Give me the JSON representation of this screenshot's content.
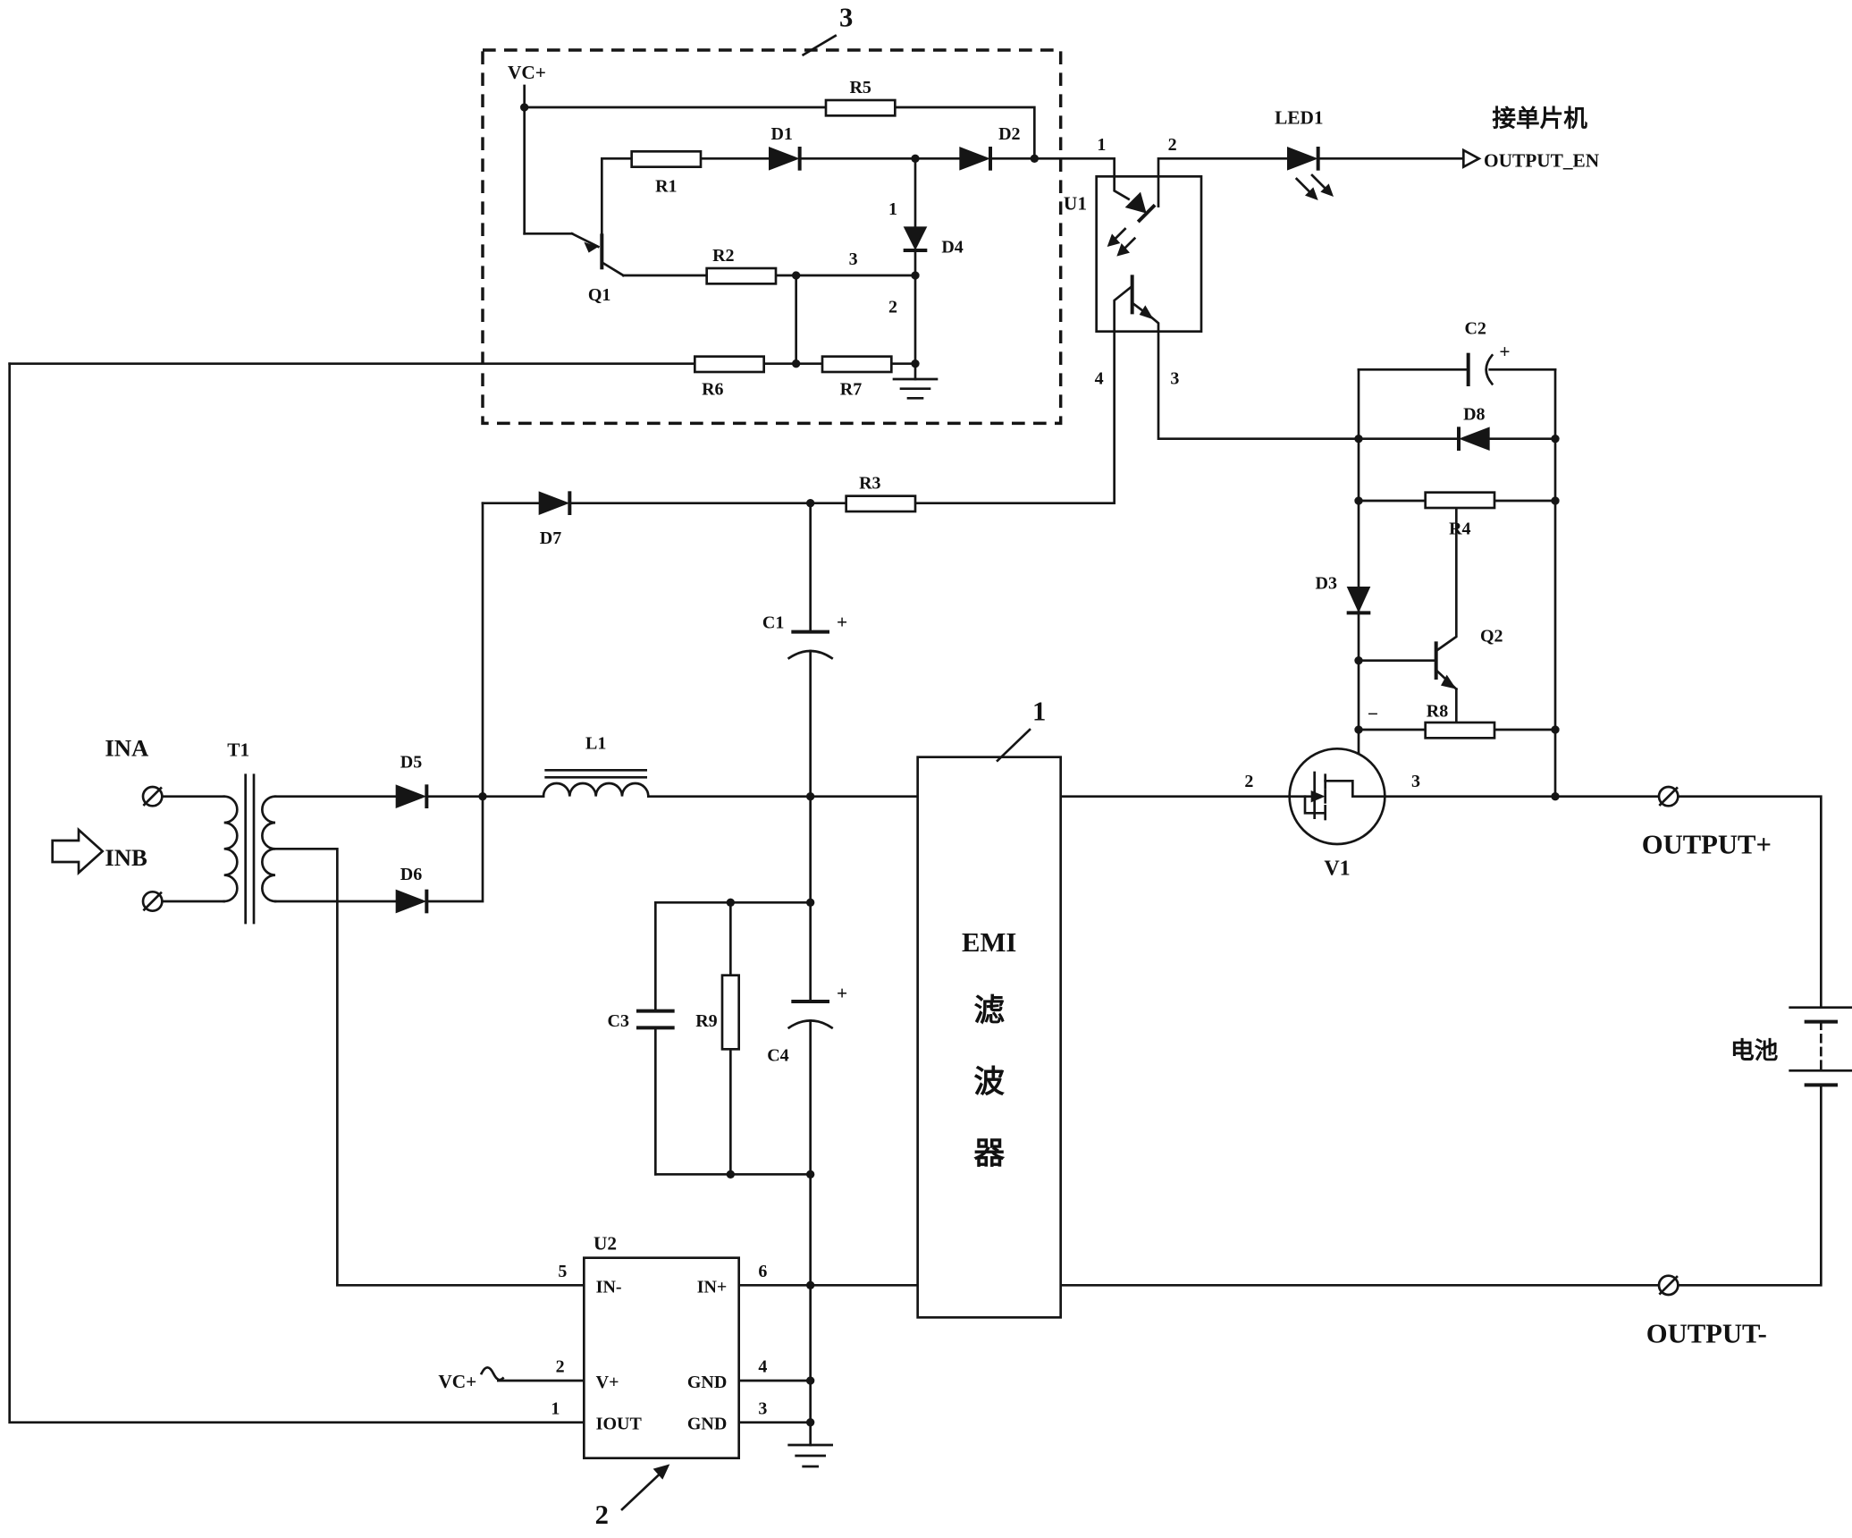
{
  "callouts": {
    "block3": "3",
    "emi": "1",
    "u2": "2"
  },
  "power_block": {
    "vcc": "VC+",
    "r5": "R5",
    "r1": "R1",
    "r2": "R2",
    "r6": "R6",
    "r7": "R7",
    "d1": "D1",
    "d2": "D2",
    "d4": "D4",
    "q1": "Q1",
    "scr_pin1": "1",
    "scr_pin2": "2",
    "scr_pin3": "3"
  },
  "opto": {
    "ref": "U1",
    "pin1": "1",
    "pin2": "2",
    "pin3": "3",
    "pin4": "4"
  },
  "led": {
    "ref": "LED1",
    "mcu_note": "接单片机",
    "signal": "OUTPUT_EN"
  },
  "drive": {
    "c2": "C2",
    "c2_plus": "+",
    "d8": "D8",
    "r4": "R4",
    "d3": "D3",
    "q2": "Q2",
    "r8": "R8",
    "minus": "−"
  },
  "input": {
    "ina": "INA",
    "inb": "INB",
    "t1": "T1",
    "d5": "D5",
    "d6": "D6",
    "d7": "D7",
    "l1": "L1"
  },
  "filter": {
    "r3": "R3",
    "c1": "C1",
    "c1_plus": "+",
    "c3": "C3",
    "r9": "R9",
    "c4": "C4",
    "c4_plus": "+",
    "emi_line1": "EMI",
    "emi_line2": "滤",
    "emi_line3": "波",
    "emi_line4": "器"
  },
  "mosfet": {
    "ref": "V1",
    "pin2": "2",
    "pin3": "3"
  },
  "output": {
    "pos": "OUTPUT+",
    "neg": "OUTPUT-",
    "battery": "电池"
  },
  "u2": {
    "ref": "U2",
    "in_minus": "IN-",
    "in_plus": "IN+",
    "v_plus": "V+",
    "gnd_a": "GND",
    "gnd_b": "GND",
    "iout": "IOUT",
    "vcc": "VC+",
    "n1": "1",
    "n2": "2",
    "n3": "3",
    "n4": "4",
    "n5": "5",
    "n6": "6"
  }
}
